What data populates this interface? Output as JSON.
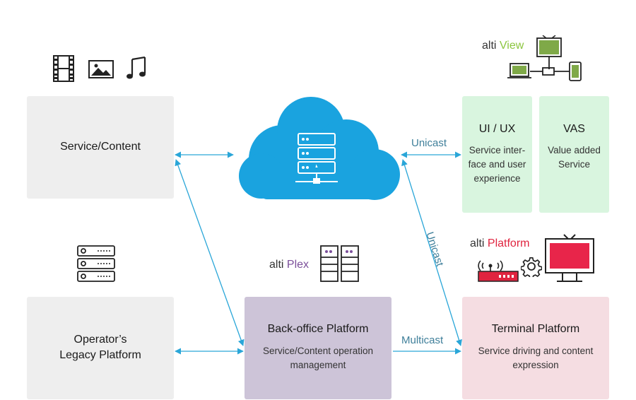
{
  "nodes": {
    "service_content": {
      "title": "Service/Content"
    },
    "legacy": {
      "title": "Operator’s\nLegacy Platform"
    },
    "backoffice": {
      "title": "Back-office Platform",
      "subtitle": "Service/Content operation\nmanagement"
    },
    "terminal": {
      "title": "Terminal Platform",
      "subtitle": "Service driving and content\nexpression"
    },
    "uiux": {
      "title": "UI / UX",
      "subtitle": "Service inter-\nface and user\nexperience"
    },
    "vas": {
      "title": "VAS",
      "subtitle": "Value added\nService"
    }
  },
  "brands": {
    "view": {
      "prefix": "alti",
      "name": "View",
      "color": "#8cc63f"
    },
    "plex": {
      "prefix": "alti",
      "name": "Plex",
      "color": "#7b4f9a"
    },
    "platform": {
      "prefix": "alti",
      "name": "Platform",
      "color": "#e0243f"
    }
  },
  "edges": {
    "unicast_top": "Unicast",
    "unicast_diag": "Unicast",
    "multicast": "Multicast"
  },
  "colors": {
    "cloud": "#1aa3df",
    "arrow": "#2aa6d8",
    "gray_box": "#eeeeee",
    "green_box": "#d9f5df",
    "purple_box": "#cdc4d8",
    "pink_box": "#f5dde2"
  },
  "icons": [
    "film-icon",
    "image-icon",
    "music-icon",
    "server-stack-icon",
    "cloud-server-icon",
    "plex-servers-icon",
    "devices-network-icon",
    "router-icon",
    "gear-icon",
    "tv-icon"
  ]
}
